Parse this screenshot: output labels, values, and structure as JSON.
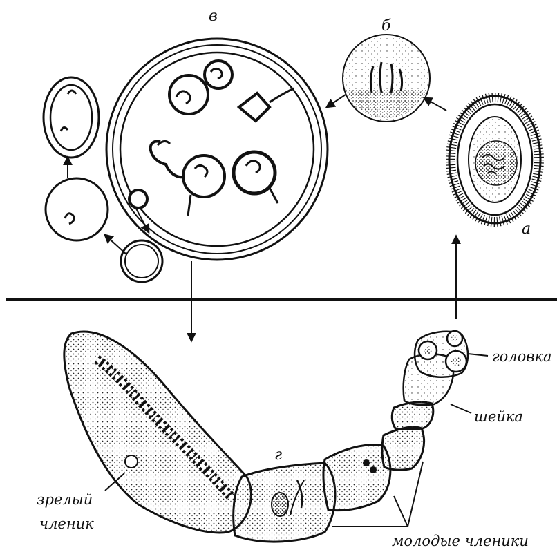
{
  "figure": {
    "stage_labels": {
      "a": "а",
      "b": "б",
      "v": "в",
      "g": "г"
    },
    "part_labels": {
      "head": "головка",
      "neck": "шейка",
      "mature_line1": "зрелый",
      "mature_line2": "членик",
      "young": "молодые членики"
    }
  }
}
